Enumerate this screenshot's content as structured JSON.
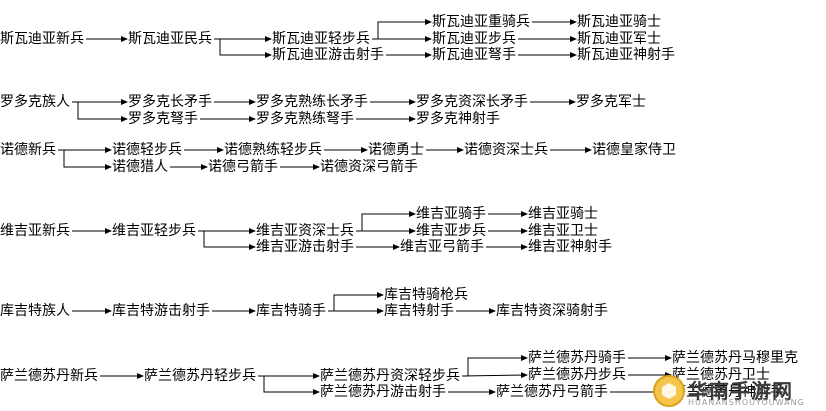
{
  "nodes": {
    "swadian_recruit": "斯瓦迪亚新兵",
    "swadian_militia": "斯瓦迪亚民兵",
    "swadian_footman": "斯瓦迪亚轻步兵",
    "swadian_skirmisher": "斯瓦迪亚游击射手",
    "swadian_man_at_arms": "斯瓦迪亚重骑兵",
    "swadian_infantry": "斯瓦迪亚步兵",
    "swadian_crossbowman": "斯瓦迪亚弩手",
    "swadian_knight": "斯瓦迪亚骑士",
    "swadian_sergeant": "斯瓦迪亚军士",
    "swadian_sharpshooter": "斯瓦迪亚神射手",
    "vaegir_tribesman": "罗多克族人",
    "rhodok_spearman": "罗多克长矛手",
    "rhodok_crossbowman": "罗多克弩手",
    "rhodok_trained_spearman": "罗多克熟练长矛手",
    "rhodok_trained_crossbowman": "罗多克熟练弩手",
    "rhodok_veteran_spearman": "罗多克资深长矛手",
    "rhodok_sharpshooter": "罗多克神射手",
    "rhodok_sergeant": "罗多克军士",
    "nord_recruit": "诺德新兵",
    "nord_footman": "诺德轻步兵",
    "nord_hunter": "诺德猎人",
    "nord_trained_footman": "诺德熟练轻步兵",
    "nord_archer": "诺德弓箭手",
    "nord_warrior": "诺德勇士",
    "nord_veteran_archer": "诺德资深弓箭手",
    "nord_veteran": "诺德资深士兵",
    "nord_huscarl": "诺德皇家侍卫",
    "vaegir_recruit": "维吉亚新兵",
    "vaegir_footman": "维吉亚轻步兵",
    "vaegir_veteran": "维吉亚资深士兵",
    "vaegir_skirmisher": "维吉亚游击射手",
    "vaegir_horseman": "维吉亚骑手",
    "vaegir_infantry": "维吉亚步兵",
    "vaegir_archer": "维吉亚弓箭手",
    "vaegir_knight": "维吉亚骑士",
    "vaegir_guard": "维吉亚卫士",
    "vaegir_marksman": "维吉亚神射手",
    "khergit_tribesman": "库吉特族人",
    "khergit_skirmisher": "库吉特游击射手",
    "khergit_horseman": "库吉特骑手",
    "khergit_lancer": "库吉特骑枪兵",
    "khergit_horse_archer": "库吉特射手",
    "khergit_veteran_horse_archer": "库吉特资深骑射手",
    "sarranid_recruit": "萨兰德苏丹新兵",
    "sarranid_footman": "萨兰德苏丹轻步兵",
    "sarranid_veteran_footman": "萨兰德苏丹资深轻步兵",
    "sarranid_skirmisher": "萨兰德苏丹游击射手",
    "sarranid_horseman": "萨兰德苏丹骑手",
    "sarranid_infantry": "萨兰德苏丹步兵",
    "sarranid_archer": "萨兰德苏丹弓箭手",
    "sarranid_mamluke": "萨兰德苏丹马穆里克",
    "sarranid_guard": "萨兰德苏丹卫士",
    "sarranid_master_archer": "萨兰德苏丹神射手"
  },
  "edges": [
    [
      "swadian_recruit",
      "swadian_militia"
    ],
    [
      "swadian_militia",
      "swadian_footman"
    ],
    [
      "swadian_militia",
      "swadian_skirmisher"
    ],
    [
      "swadian_footman",
      "swadian_man_at_arms"
    ],
    [
      "swadian_footman",
      "swadian_infantry"
    ],
    [
      "swadian_man_at_arms",
      "swadian_knight"
    ],
    [
      "swadian_infantry",
      "swadian_sergeant"
    ],
    [
      "swadian_skirmisher",
      "swadian_crossbowman"
    ],
    [
      "swadian_crossbowman",
      "swadian_sharpshooter"
    ],
    [
      "vaegir_tribesman",
      "rhodok_spearman"
    ],
    [
      "vaegir_tribesman",
      "rhodok_crossbowman"
    ],
    [
      "rhodok_spearman",
      "rhodok_trained_spearman"
    ],
    [
      "rhodok_crossbowman",
      "rhodok_trained_crossbowman"
    ],
    [
      "rhodok_trained_spearman",
      "rhodok_veteran_spearman"
    ],
    [
      "rhodok_trained_crossbowman",
      "rhodok_sharpshooter"
    ],
    [
      "rhodok_veteran_spearman",
      "rhodok_sergeant"
    ],
    [
      "nord_recruit",
      "nord_footman"
    ],
    [
      "nord_recruit",
      "nord_hunter"
    ],
    [
      "nord_footman",
      "nord_trained_footman"
    ],
    [
      "nord_hunter",
      "nord_archer"
    ],
    [
      "nord_trained_footman",
      "nord_warrior"
    ],
    [
      "nord_archer",
      "nord_veteran_archer"
    ],
    [
      "nord_warrior",
      "nord_veteran"
    ],
    [
      "nord_veteran",
      "nord_huscarl"
    ],
    [
      "vaegir_recruit",
      "vaegir_footman"
    ],
    [
      "vaegir_footman",
      "vaegir_veteran"
    ],
    [
      "vaegir_footman",
      "vaegir_skirmisher"
    ],
    [
      "vaegir_veteran",
      "vaegir_horseman"
    ],
    [
      "vaegir_veteran",
      "vaegir_infantry"
    ],
    [
      "vaegir_skirmisher",
      "vaegir_archer"
    ],
    [
      "vaegir_horseman",
      "vaegir_knight"
    ],
    [
      "vaegir_infantry",
      "vaegir_guard"
    ],
    [
      "vaegir_archer",
      "vaegir_marksman"
    ],
    [
      "khergit_tribesman",
      "khergit_skirmisher"
    ],
    [
      "khergit_skirmisher",
      "khergit_horseman"
    ],
    [
      "khergit_horseman",
      "khergit_lancer"
    ],
    [
      "khergit_horseman",
      "khergit_horse_archer"
    ],
    [
      "khergit_horse_archer",
      "khergit_veteran_horse_archer"
    ],
    [
      "sarranid_recruit",
      "sarranid_footman"
    ],
    [
      "sarranid_footman",
      "sarranid_veteran_footman"
    ],
    [
      "sarranid_footman",
      "sarranid_skirmisher"
    ],
    [
      "sarranid_veteran_footman",
      "sarranid_horseman"
    ],
    [
      "sarranid_veteran_footman",
      "sarranid_infantry"
    ],
    [
      "sarranid_skirmisher",
      "sarranid_archer"
    ],
    [
      "sarranid_horseman",
      "sarranid_mamluke"
    ],
    [
      "sarranid_infantry",
      "sarranid_guard"
    ],
    [
      "sarranid_archer",
      "sarranid_master_archer"
    ]
  ],
  "watermark": {
    "title": "华南手游网",
    "subtitle": "HUANANSHOUYOUWANG"
  }
}
